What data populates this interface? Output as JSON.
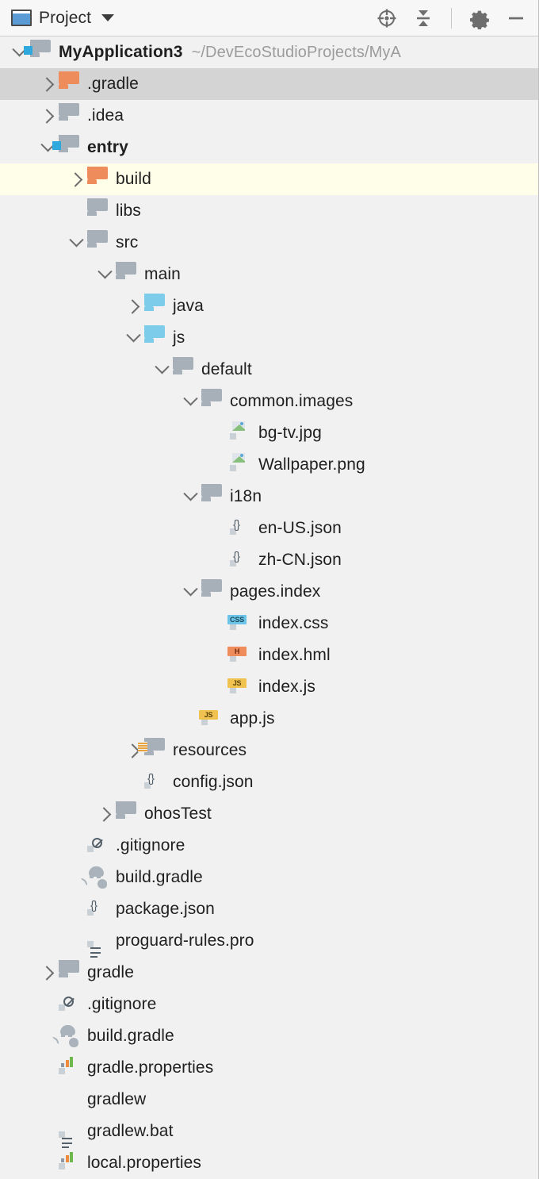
{
  "toolbar": {
    "title": "Project",
    "window_icon": "project-window-icon",
    "dropdown_icon": "chevron-down-icon",
    "actions": [
      {
        "name": "scroll-from-source-icon",
        "label": "Select Opened File"
      },
      {
        "name": "collapse-all-icon",
        "label": "Collapse All"
      },
      {
        "name": "settings-gear-icon",
        "label": "Settings"
      },
      {
        "name": "hide-icon",
        "label": "Hide"
      }
    ]
  },
  "colors": {
    "panel_bg": "#f1f1f1",
    "toolbar_bg": "#f7f7f7",
    "selected_row": "#d4d4d4",
    "highlight_row": "#fffee8",
    "folder_gray": "#a7b0b8",
    "folder_orange": "#ee8c5c",
    "folder_cyan": "#7cccea",
    "module_badge_blue": "#2fa8dd",
    "path_text": "#9b9b9b",
    "label_text": "#1f1f1f"
  },
  "tree": {
    "root": {
      "label": "MyApplication3",
      "path": "~/DevEcoStudioProjects/MyA",
      "icon": "module-folder-icon",
      "expanded": true,
      "bold": true
    },
    "rows": [
      {
        "label": ".gradle",
        "indent": 1,
        "icon": "folder-orange-icon",
        "arrow": "right",
        "state": "selected"
      },
      {
        "label": ".idea",
        "indent": 1,
        "icon": "folder-gray-icon",
        "arrow": "right",
        "state": "normal"
      },
      {
        "label": "entry",
        "indent": 1,
        "icon": "module-folder-icon",
        "arrow": "down",
        "state": "normal",
        "bold": true
      },
      {
        "label": "build",
        "indent": 2,
        "icon": "folder-orange-icon",
        "arrow": "right",
        "state": "highlight"
      },
      {
        "label": "libs",
        "indent": 2,
        "icon": "folder-gray-icon",
        "arrow": "none",
        "state": "normal"
      },
      {
        "label": "src",
        "indent": 2,
        "icon": "folder-gray-icon",
        "arrow": "down",
        "state": "normal"
      },
      {
        "label": "main",
        "indent": 3,
        "icon": "folder-gray-icon",
        "arrow": "down",
        "state": "normal"
      },
      {
        "label": "java",
        "indent": 4,
        "icon": "folder-cyan-icon",
        "arrow": "right",
        "state": "normal"
      },
      {
        "label": "js",
        "indent": 4,
        "icon": "folder-cyan-icon",
        "arrow": "down",
        "state": "normal"
      },
      {
        "label": "default",
        "indent": 5,
        "icon": "folder-gray-icon",
        "arrow": "down",
        "state": "normal"
      },
      {
        "label": "common.images",
        "indent": 6,
        "icon": "folder-gray-icon",
        "arrow": "down",
        "state": "normal"
      },
      {
        "label": "bg-tv.jpg",
        "indent": 7,
        "icon": "image-file-icon",
        "arrow": "none",
        "state": "normal"
      },
      {
        "label": "Wallpaper.png",
        "indent": 7,
        "icon": "image-file-icon",
        "arrow": "none",
        "state": "normal"
      },
      {
        "label": "i18n",
        "indent": 6,
        "icon": "folder-gray-icon",
        "arrow": "down",
        "state": "normal"
      },
      {
        "label": "en-US.json",
        "indent": 7,
        "icon": "json-file-icon",
        "arrow": "none",
        "state": "normal"
      },
      {
        "label": "zh-CN.json",
        "indent": 7,
        "icon": "json-file-icon",
        "arrow": "none",
        "state": "normal"
      },
      {
        "label": "pages.index",
        "indent": 6,
        "icon": "folder-gray-icon",
        "arrow": "down",
        "state": "normal"
      },
      {
        "label": "index.css",
        "indent": 7,
        "icon": "css-file-icon",
        "arrow": "none",
        "state": "normal"
      },
      {
        "label": "index.hml",
        "indent": 7,
        "icon": "hml-file-icon",
        "arrow": "none",
        "state": "normal"
      },
      {
        "label": "index.js",
        "indent": 7,
        "icon": "js-file-icon",
        "arrow": "none",
        "state": "normal"
      },
      {
        "label": "app.js",
        "indent": 6,
        "icon": "js-file-icon",
        "arrow": "none",
        "state": "normal"
      },
      {
        "label": "resources",
        "indent": 4,
        "icon": "resource-folder-icon",
        "arrow": "right",
        "state": "normal"
      },
      {
        "label": "config.json",
        "indent": 4,
        "icon": "json-file-icon",
        "arrow": "none",
        "state": "normal"
      },
      {
        "label": "ohosTest",
        "indent": 3,
        "icon": "folder-gray-icon",
        "arrow": "right",
        "state": "normal"
      },
      {
        "label": ".gitignore",
        "indent": 2,
        "icon": "gitignore-file-icon",
        "arrow": "none",
        "state": "normal"
      },
      {
        "label": "build.gradle",
        "indent": 2,
        "icon": "gradle-file-icon",
        "arrow": "none",
        "state": "normal"
      },
      {
        "label": "package.json",
        "indent": 2,
        "icon": "json-file-icon",
        "arrow": "none",
        "state": "normal"
      },
      {
        "label": "proguard-rules.pro",
        "indent": 2,
        "icon": "text-file-icon",
        "arrow": "none",
        "state": "normal"
      },
      {
        "label": "gradle",
        "indent": 1,
        "icon": "folder-gray-icon",
        "arrow": "right",
        "state": "normal"
      },
      {
        "label": ".gitignore",
        "indent": 1,
        "icon": "gitignore-file-icon",
        "arrow": "none",
        "state": "normal"
      },
      {
        "label": "build.gradle",
        "indent": 1,
        "icon": "gradle-file-icon",
        "arrow": "none",
        "state": "normal"
      },
      {
        "label": "gradle.properties",
        "indent": 1,
        "icon": "properties-file-icon",
        "arrow": "none",
        "state": "normal"
      },
      {
        "label": "gradlew",
        "indent": 1,
        "icon": "shell-script-icon",
        "arrow": "none",
        "state": "normal"
      },
      {
        "label": "gradlew.bat",
        "indent": 1,
        "icon": "text-file-icon",
        "arrow": "none",
        "state": "normal"
      },
      {
        "label": "local.properties",
        "indent": 1,
        "icon": "properties-file-icon",
        "arrow": "none",
        "state": "normal"
      }
    ]
  }
}
